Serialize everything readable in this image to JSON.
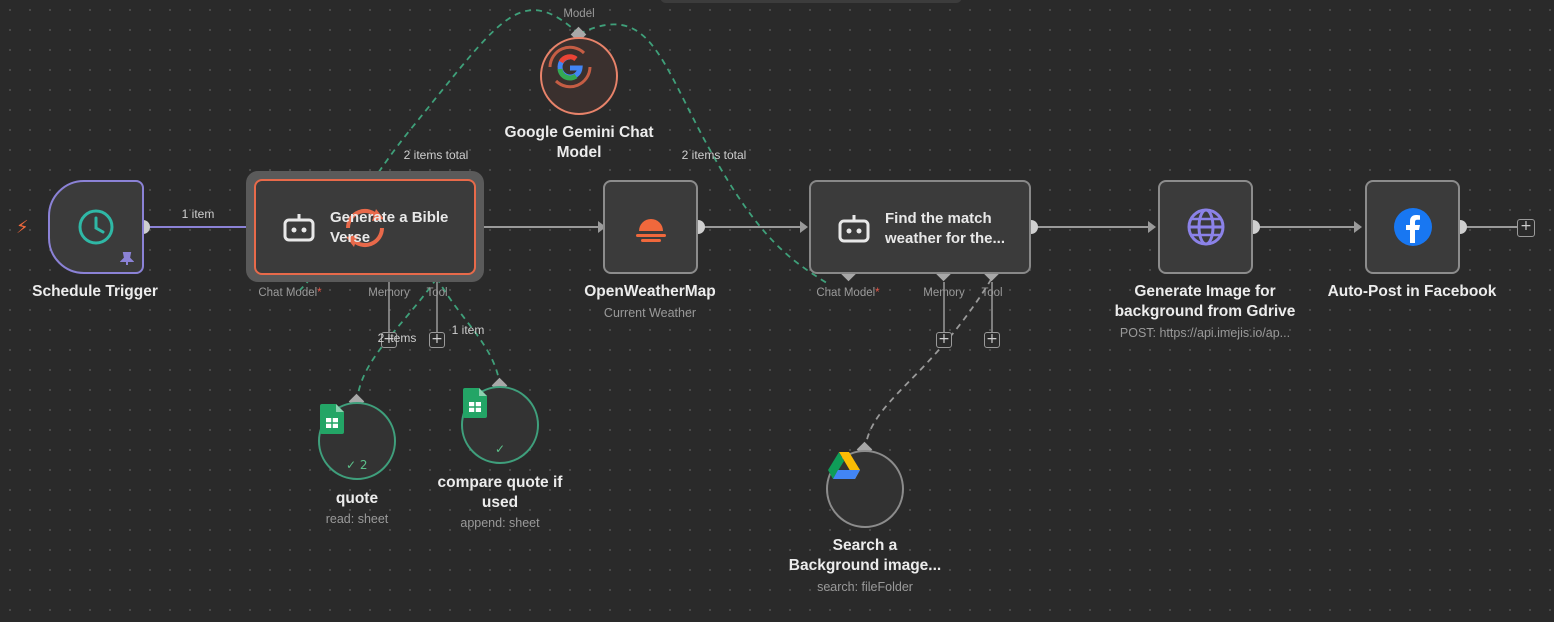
{
  "colors": {
    "canvas": "#2a2a2a",
    "node_fill": "#3b3b3b",
    "trigger_border": "#8b82d6",
    "running_border": "#e86a4a",
    "ai_wire": "#3fa07a",
    "tool_wire": "#9a9a9a",
    "main_wire": "#9a9a9a",
    "accent_orange": "#f0683c"
  },
  "nodes": {
    "schedule_trigger": {
      "title": "Schedule Trigger",
      "icon": "clock-icon"
    },
    "generate_verse": {
      "title_line1": "Generate a Bible",
      "title_line2": "Verse",
      "icon": "robot-icon",
      "port_chat_model": "Chat Model",
      "port_memory": "Memory",
      "port_tool": "Tool",
      "required_mark": "*"
    },
    "gemini": {
      "title_line1": "Google Gemini Chat",
      "title_line2": "Model",
      "port": "Model",
      "icon": "google-icon"
    },
    "openweather": {
      "title": "OpenWeatherMap",
      "subtitle": "Current Weather",
      "icon": "sunset-icon"
    },
    "find_weather": {
      "title_line1": "Find the match",
      "title_line2": "weather for the...",
      "icon": "robot-icon",
      "port_chat_model": "Chat Model",
      "port_memory": "Memory",
      "port_tool": "Tool",
      "required_mark": "*"
    },
    "generate_image": {
      "title_line1": "Generate Image for",
      "title_line2": "background from Gdrive",
      "subtitle": "POST: https://api.imejis.io/ap...",
      "icon": "globe-icon"
    },
    "facebook": {
      "title": "Auto-Post in Facebook",
      "icon": "facebook-icon"
    },
    "quote": {
      "title": "quote",
      "subtitle": "read: sheet",
      "check_count": "2",
      "icon": "google-sheets-icon"
    },
    "compare_quote": {
      "title_line1": "compare quote if",
      "title_line2": "used",
      "subtitle": "append: sheet",
      "icon": "google-sheets-icon"
    },
    "search_bg": {
      "title_line1": "Search a",
      "title_line2": "Background image...",
      "subtitle": "search: fileFolder",
      "icon": "google-drive-icon"
    }
  },
  "edges": {
    "trigger_to_verse": "1 item",
    "gemini_to_verse": "2 items total",
    "gemini_to_find": "2 items total",
    "quote_items": "2 items",
    "compare_items": "1 item"
  },
  "add_button": "+"
}
